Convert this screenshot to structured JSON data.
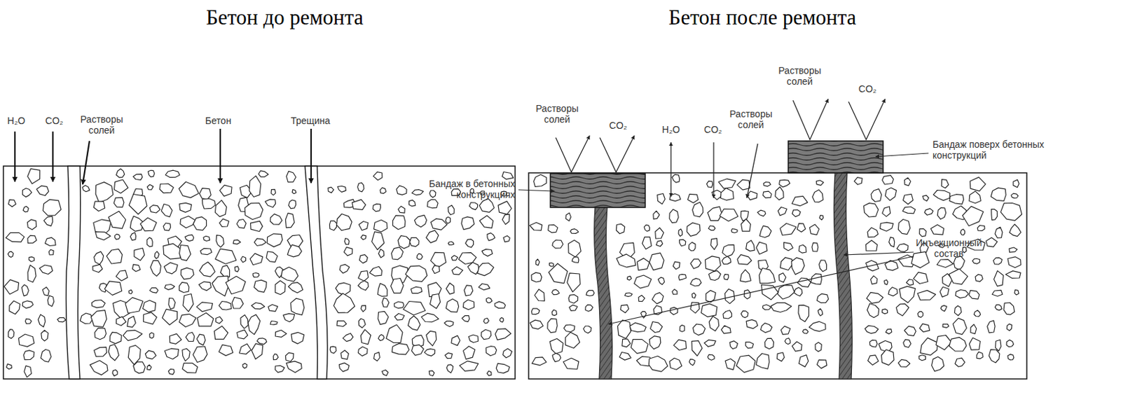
{
  "diagram": {
    "labels": [
      "Бетон до ремонта",
      "Бетон после ремонта",
      "H₂O",
      "CO₂",
      "Растворы солей",
      "Бетон",
      "Трещина",
      "Растворы солей",
      "CO₂",
      "H₂O",
      "CO₂",
      "Растворы солей",
      "Растворы солей",
      "CO₂",
      "Бандаж в бетонных конструкциях",
      "Бандаж поверх бетонных конструкций",
      "Инъекционный состав"
    ]
  }
}
